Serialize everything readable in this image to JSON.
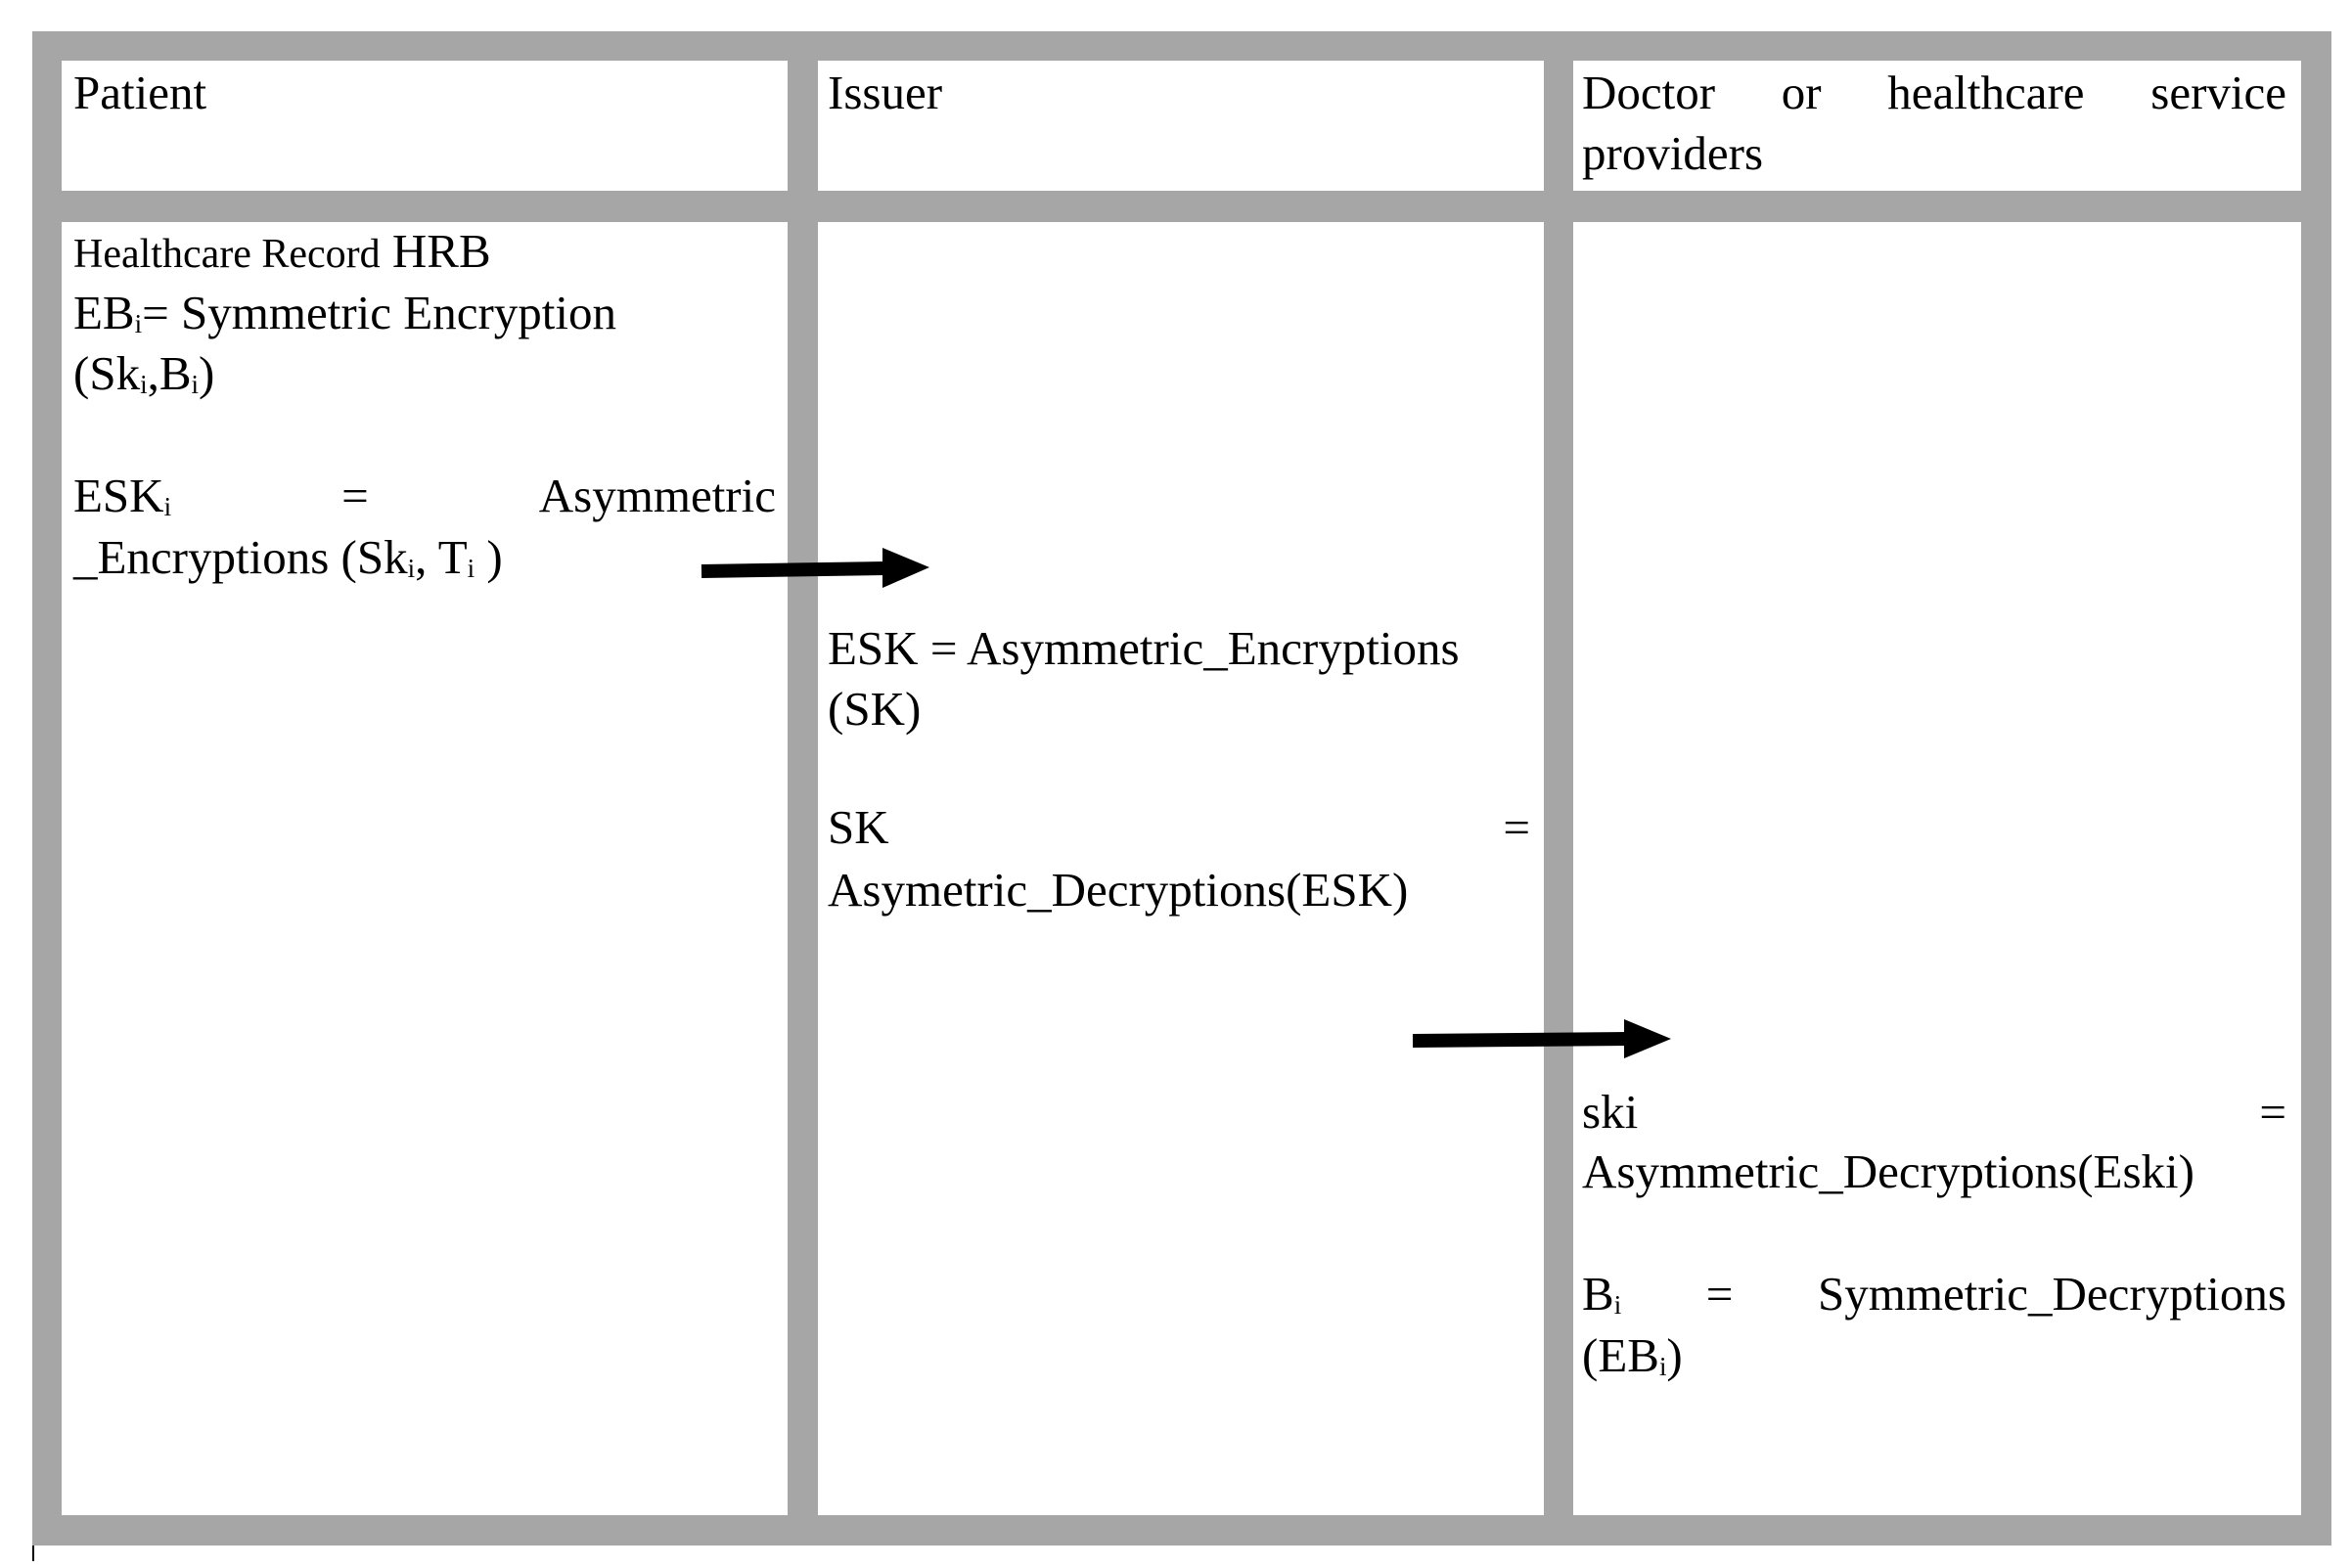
{
  "headers": {
    "patient": "Patient",
    "issuer": "Issuer",
    "doctor": "Doctor or healthcare service providers"
  },
  "patient": {
    "record_label": "Healthcare Record",
    "record_name": "HRB",
    "eb_lhs": "EB",
    "eb_sub": "i",
    "eb_rhs": "= Symmetric Encryption",
    "eb_args": [
      "(Sk",
      "i",
      ",B",
      "i",
      ")"
    ],
    "esk_lhs": "ESK",
    "esk_sub": "i",
    "esk_eq": "=",
    "esk_rhs": "Asymmetric",
    "esk_cont": [
      "_Encryptions (Sk",
      "i",
      ", T",
      "i",
      " )"
    ]
  },
  "issuer": {
    "esk_line": "ESK = Asymmetric_Encryptions",
    "esk_args": "(SK)",
    "sk_lhs": "SK",
    "sk_eq": "=",
    "sk_rhs": "Asymetric_Decryptions(ESK)"
  },
  "doctor": {
    "ski_lhs": "ski",
    "ski_eq": "=",
    "ski_rhs": "Asymmetric_Decryptions(Eski)",
    "b_lhs": "B",
    "b_sub": "i",
    "b_eq": "=",
    "b_rhs": "Symmetric_Decryptions",
    "b_args": [
      "(EB",
      "i",
      ")"
    ]
  }
}
